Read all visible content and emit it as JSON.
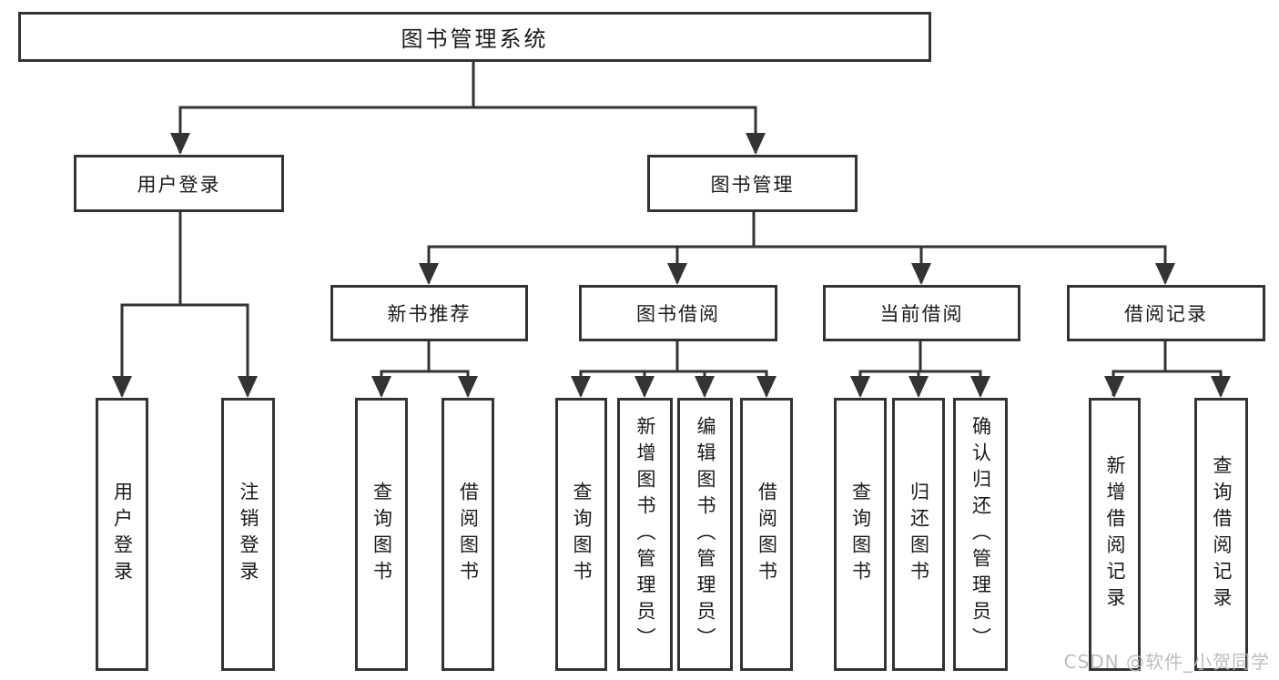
{
  "tree": {
    "label": "图书管理系统",
    "children": [
      {
        "label": "用户登录",
        "children": [
          {
            "label": "用户登录"
          },
          {
            "label": "注销登录"
          }
        ]
      },
      {
        "label": "图书管理",
        "children": [
          {
            "label": "新书推荐",
            "children": [
              {
                "label": "查询图书"
              },
              {
                "label": "借阅图书"
              }
            ]
          },
          {
            "label": "图书借阅",
            "children": [
              {
                "label": "查询图书"
              },
              {
                "label": "新增图书（管理员）"
              },
              {
                "label": "编辑图书（管理员）"
              },
              {
                "label": "借阅图书"
              }
            ]
          },
          {
            "label": "当前借阅",
            "children": [
              {
                "label": "查询图书"
              },
              {
                "label": "归还图书"
              },
              {
                "label": "确认归还（管理员）"
              }
            ]
          },
          {
            "label": "借阅记录",
            "children": [
              {
                "label": "新增借阅记录"
              },
              {
                "label": "查询借阅记录"
              }
            ]
          }
        ]
      }
    ]
  },
  "watermark": {
    "text": "CSDN @软件_小贺同学"
  },
  "colors": {
    "line": "#333333",
    "text": "#1a1a1a",
    "box_fill": "#ffffff",
    "watermark": "#b9b9b9",
    "background": "#ffffff"
  }
}
